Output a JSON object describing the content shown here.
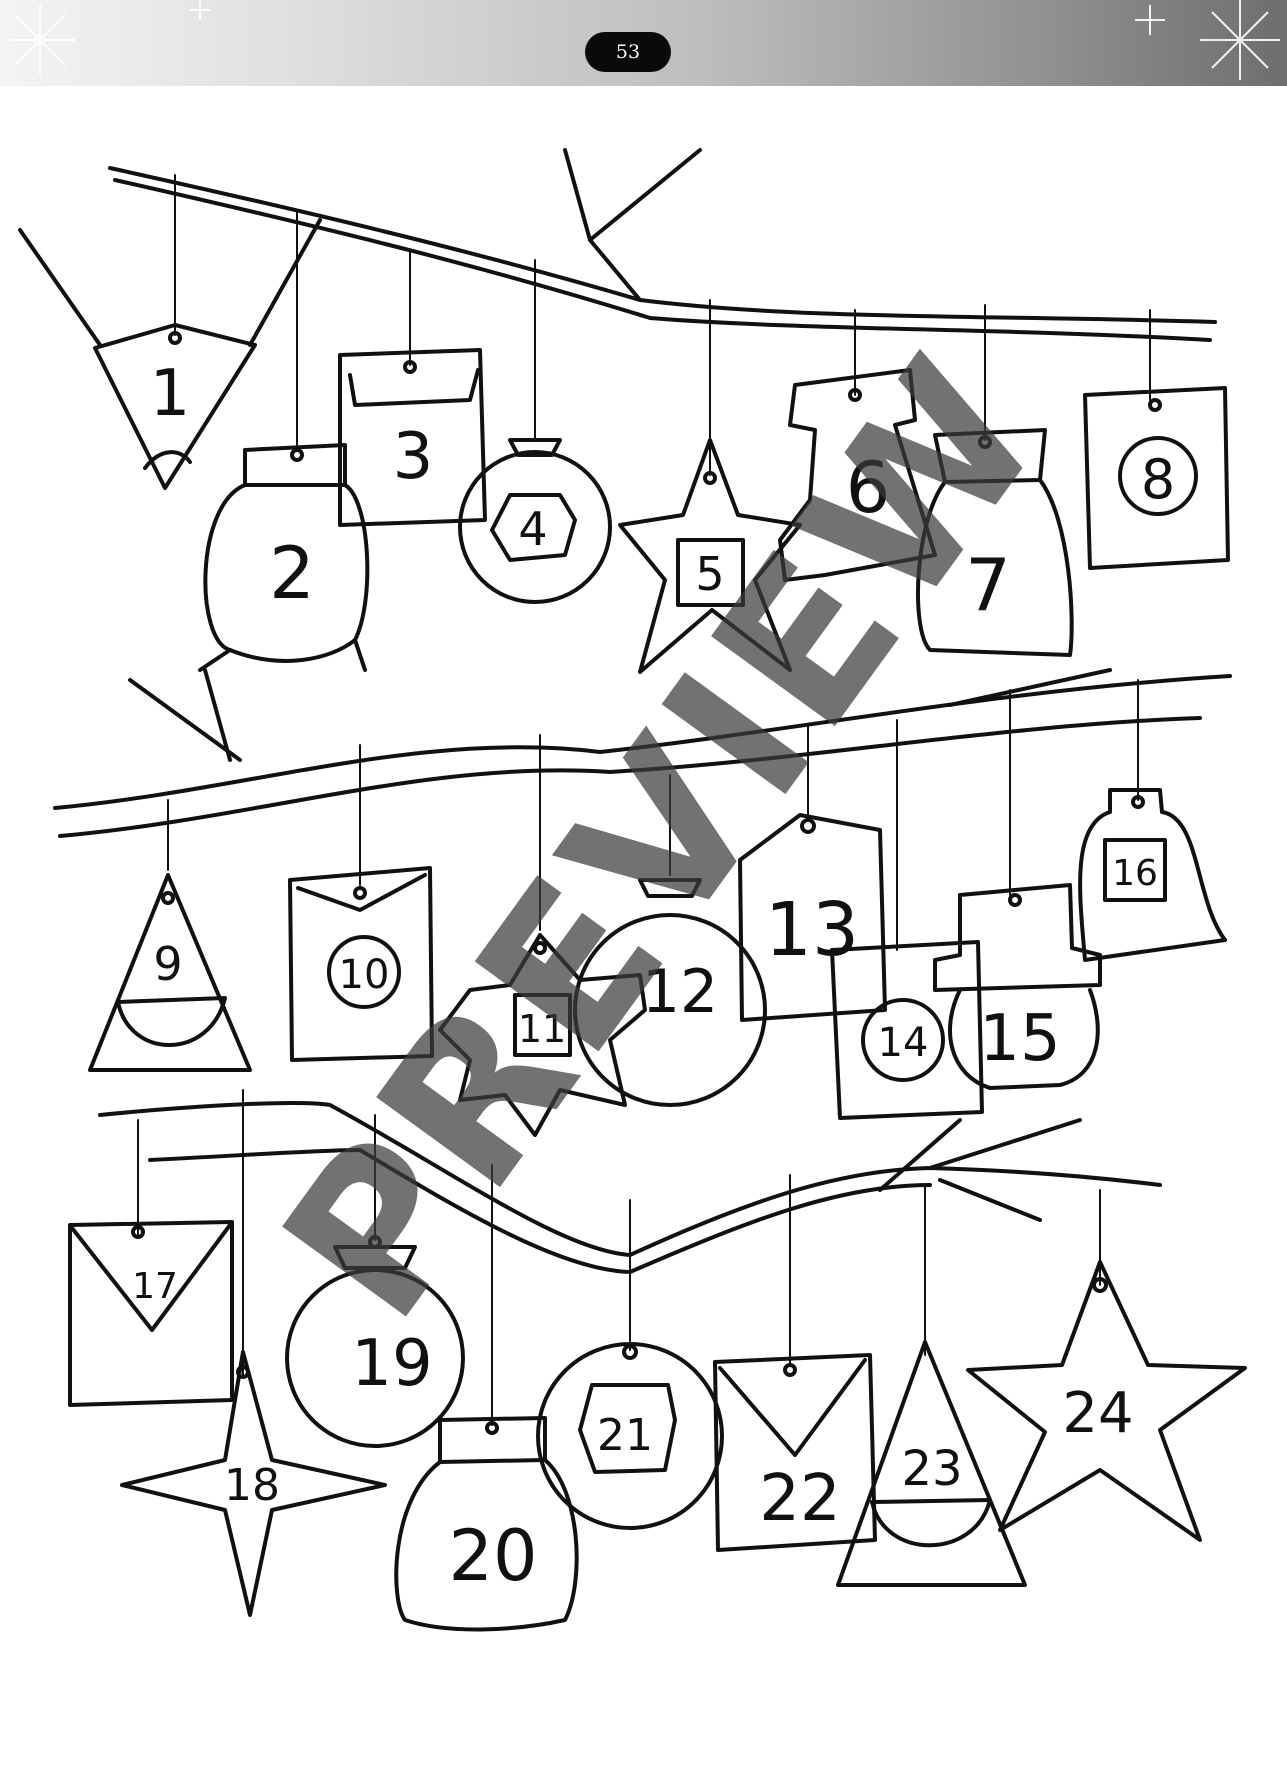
{
  "header": {
    "page_number": "53"
  },
  "watermark": "PREVIEW",
  "ornaments": [
    {
      "number": "1",
      "shape": "diamond-funnel"
    },
    {
      "number": "2",
      "shape": "sack"
    },
    {
      "number": "3",
      "shape": "envelope"
    },
    {
      "number": "4",
      "shape": "bauble-octagon"
    },
    {
      "number": "5",
      "shape": "star-box"
    },
    {
      "number": "6",
      "shape": "boot"
    },
    {
      "number": "7",
      "shape": "sack"
    },
    {
      "number": "8",
      "shape": "card-circle"
    },
    {
      "number": "9",
      "shape": "triangle"
    },
    {
      "number": "10",
      "shape": "envelope-circle"
    },
    {
      "number": "11",
      "shape": "star-box"
    },
    {
      "number": "12",
      "shape": "bauble"
    },
    {
      "number": "13",
      "shape": "tag"
    },
    {
      "number": "14",
      "shape": "card-circle"
    },
    {
      "number": "15",
      "shape": "pot"
    },
    {
      "number": "16",
      "shape": "bell-box"
    },
    {
      "number": "17",
      "shape": "envelope"
    },
    {
      "number": "18",
      "shape": "four-point-star"
    },
    {
      "number": "19",
      "shape": "bauble"
    },
    {
      "number": "20",
      "shape": "sack"
    },
    {
      "number": "21",
      "shape": "bauble-octagon"
    },
    {
      "number": "22",
      "shape": "envelope"
    },
    {
      "number": "23",
      "shape": "triangle"
    },
    {
      "number": "24",
      "shape": "star"
    }
  ]
}
